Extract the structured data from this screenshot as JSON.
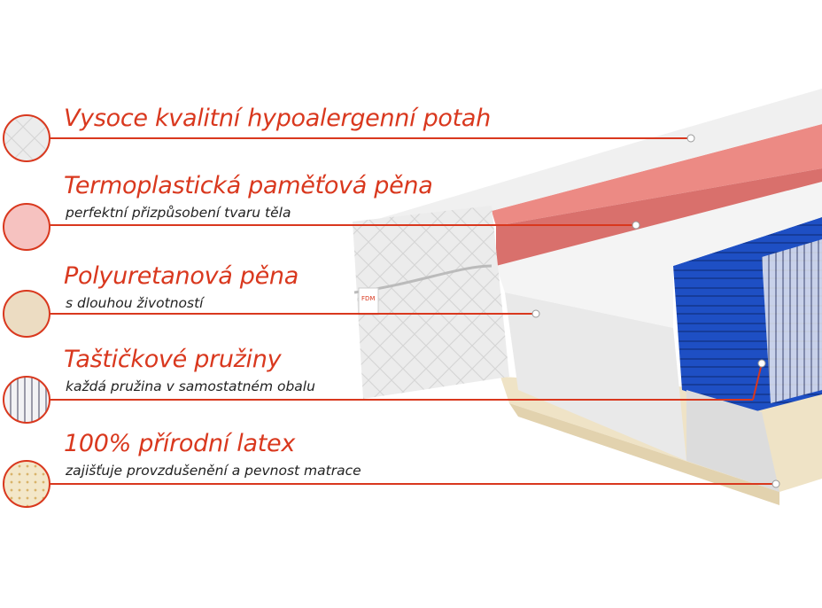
{
  "accent_color": "#d9381e",
  "layers": [
    {
      "title": "Vysoce kvalitní hypoalergenní potah",
      "subtitle": null,
      "swatch": "quilted-cover"
    },
    {
      "title": "Termoplastická paměťová pěna",
      "subtitle": "perfektní přizpůsobení tvaru těla",
      "swatch": "pink-foam"
    },
    {
      "title": "Polyuretanová pěna",
      "subtitle": "s dlouhou životností",
      "swatch": "beige-foam"
    },
    {
      "title": "Taštičkové pružiny",
      "subtitle": "každá pružina v samostatném obalu",
      "swatch": "pocket-springs"
    },
    {
      "title": "100% přírodní latex",
      "subtitle": "zajišťuje provzdušenění a pevnost matrace",
      "swatch": "latex"
    }
  ],
  "label_tag": "FDM"
}
